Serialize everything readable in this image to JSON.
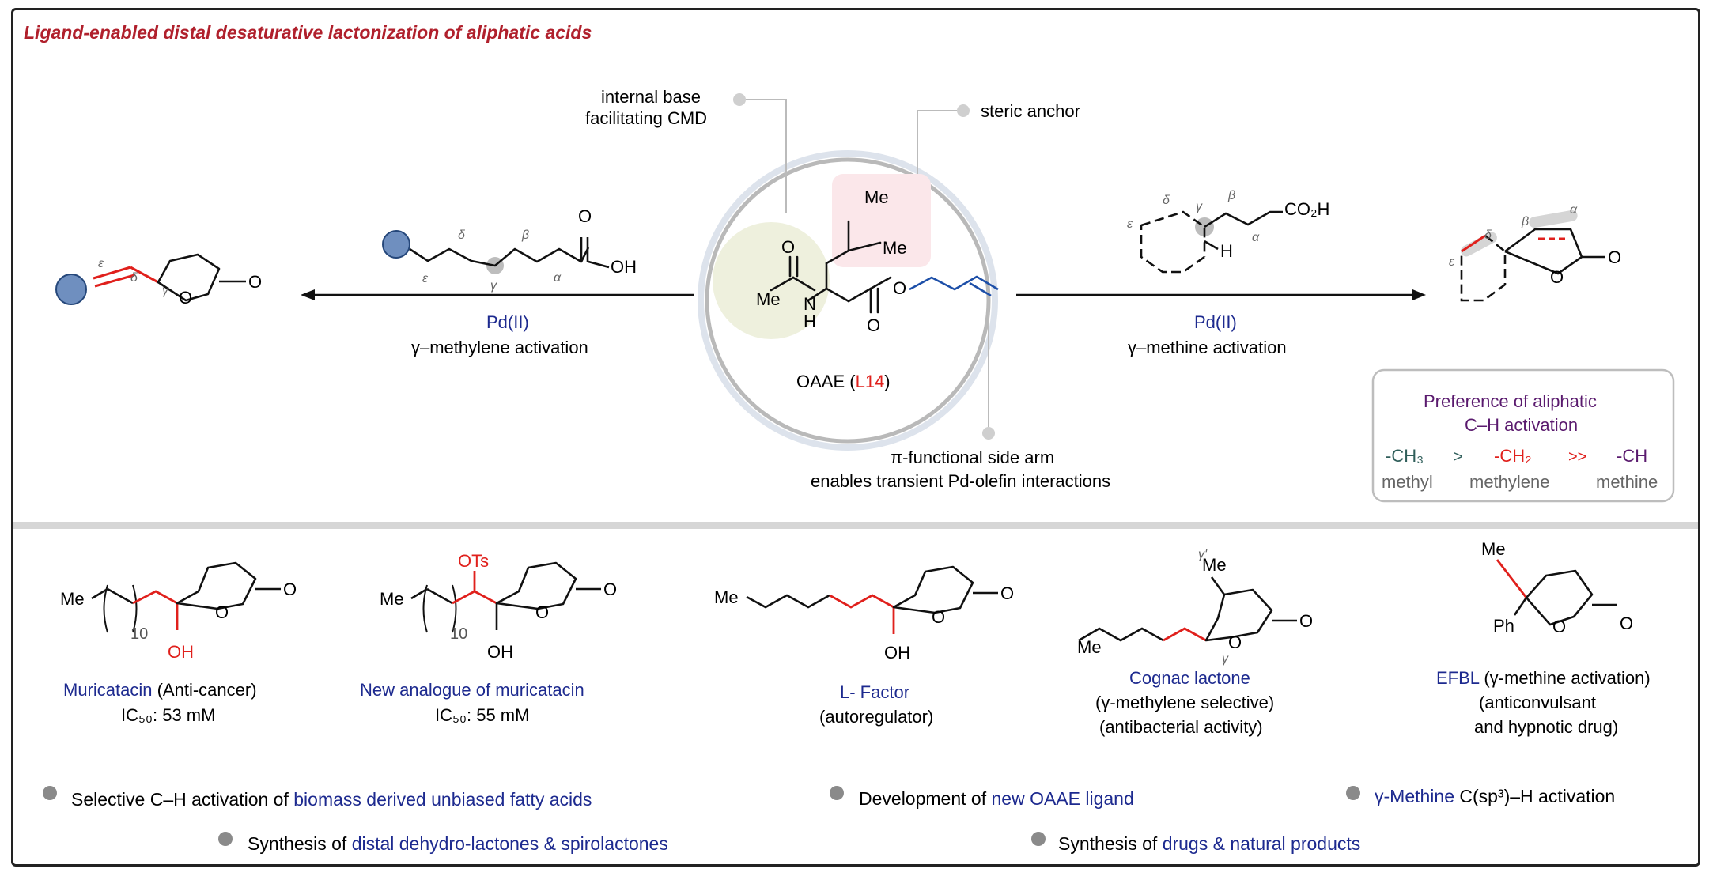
{
  "title": "Ligand-enabled distal desaturative lactonization of aliphatic acids",
  "ligand": {
    "name_prefix": "OAAE (",
    "name_code": "L14",
    "name_suffix": ")",
    "me_label": "Me",
    "o_label": "O",
    "n_label": "N",
    "h_label": "H",
    "callout_base_line1": "internal base",
    "callout_base_line2": "facilitating CMD",
    "callout_steric": "steric anchor",
    "callout_arm_line1": "π-functional side arm",
    "callout_arm_line2": "enables transient Pd-olefin interactions"
  },
  "left_reaction": {
    "catalyst": "Pd(II)",
    "condition": "γ–methylene activation",
    "oh_label": "OH",
    "greek": [
      "ε",
      "δ",
      "γ",
      "β",
      "α"
    ]
  },
  "right_reaction": {
    "catalyst": "Pd(II)",
    "condition": "γ–methine activation",
    "acid_label": "CO₂H"
  },
  "preference_box": {
    "title_line1": "Preference of aliphatic",
    "title_line2": "C–H activation",
    "groups": [
      "-CH₃",
      "-CH₂",
      "-CH"
    ],
    "operators": [
      ">",
      ">>"
    ],
    "names": [
      "methyl",
      "methylene",
      "methine"
    ],
    "colors": {
      "methyl": "#2f5e5a",
      "methylene": "#e0201c",
      "methine": "#5a1a6e",
      "operator": "#2f5e5a"
    }
  },
  "products": [
    {
      "name": "Muricatacin",
      "note": "(Anti-cancer)",
      "ic50": "IC₅₀: 53 mM",
      "sub": "10",
      "oh": "OH"
    },
    {
      "name": "New analogue of muricatacin",
      "ic50": "IC₅₀: 55 mM",
      "sub": "10",
      "ots": "OTs",
      "oh": "OH"
    },
    {
      "name": "L- Factor",
      "note": "(autoregulator)",
      "oh": "OH"
    },
    {
      "name": "Cognac lactone",
      "note1": "(γ-methylene selective)",
      "note2": "(antibacterial activity)"
    },
    {
      "name": "EFBL",
      "note0": "(γ-methine activation)",
      "note1": "(anticonvulsant",
      "note2": "and hypnotic drug)",
      "ph": "Ph"
    }
  ],
  "highlights": [
    {
      "prefix": "Selective C–H activation of ",
      "accent": "biomass derived unbiased fatty acids"
    },
    {
      "prefix": "Development of ",
      "accent": "new OAAE ligand"
    },
    {
      "accent": "γ-Methine",
      "suffix": " C(sp³)–H activation"
    },
    {
      "prefix": "Synthesis of ",
      "accent": "distal dehydro-lactones & spirolactones"
    },
    {
      "prefix": "Synthesis of ",
      "accent": "drugs & natural products"
    }
  ],
  "colors": {
    "accent_blue": "#1d2a8f",
    "accent_red": "#e0201c",
    "title_red": "#b0202c",
    "bullet_gray": "#8a8a8a"
  }
}
